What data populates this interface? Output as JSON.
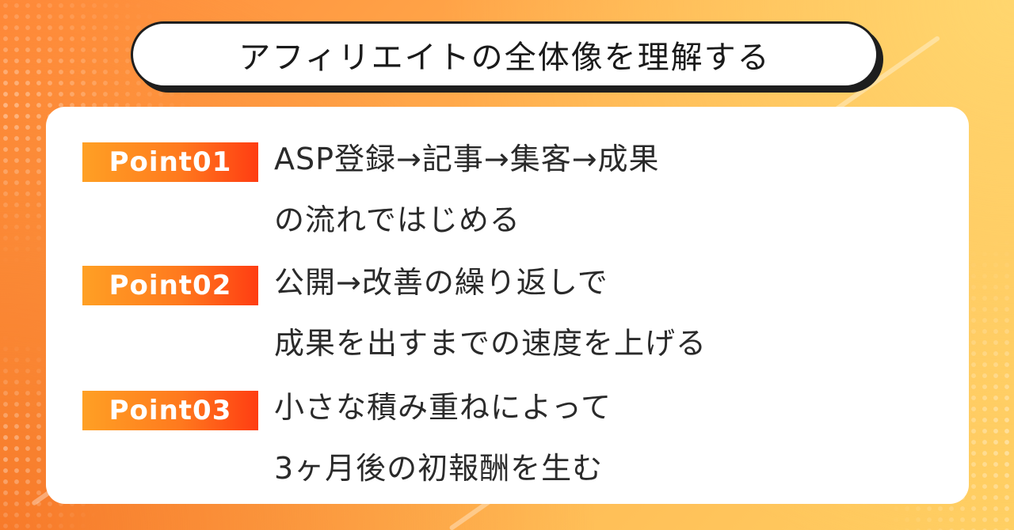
{
  "title": "アフィリエイトの全体像を理解する",
  "points": [
    {
      "label": "Point01",
      "line1": "ASP登録→記事→集客→成果",
      "line2": "の流れではじめる"
    },
    {
      "label": "Point02",
      "line1": "公開→改善の繰り返しで",
      "line2": "成果を出すまでの速度を上げる"
    },
    {
      "label": "Point03",
      "line1": "小さな積み重ねによって",
      "line2": "3ヶ月後の初報酬を生む"
    }
  ],
  "colors": {
    "badge_start": "#ffa024",
    "badge_end": "#ff3d12",
    "text": "#2a2a2a",
    "outline": "#1e1e1e"
  }
}
